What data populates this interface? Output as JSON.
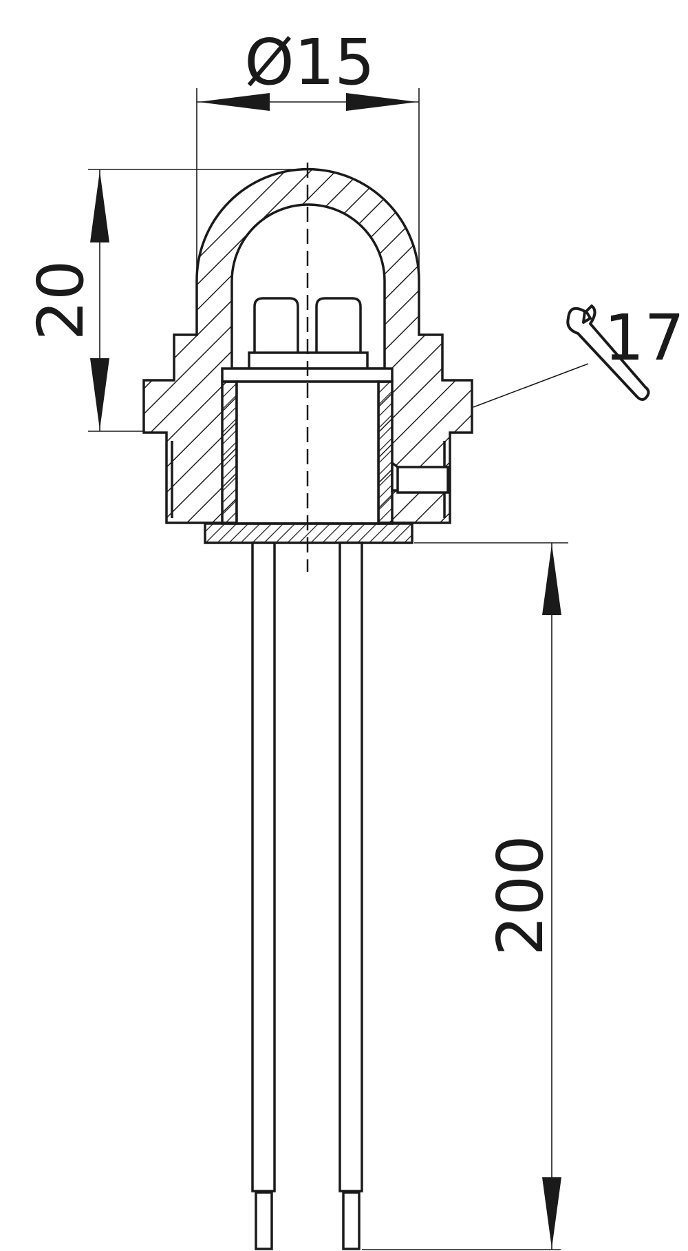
{
  "drawing": {
    "diameter_label": "Ø15",
    "height_label": "20",
    "lead_length_label": "200",
    "wrench_size_label": "17",
    "line_color": "#1a1a1a"
  }
}
